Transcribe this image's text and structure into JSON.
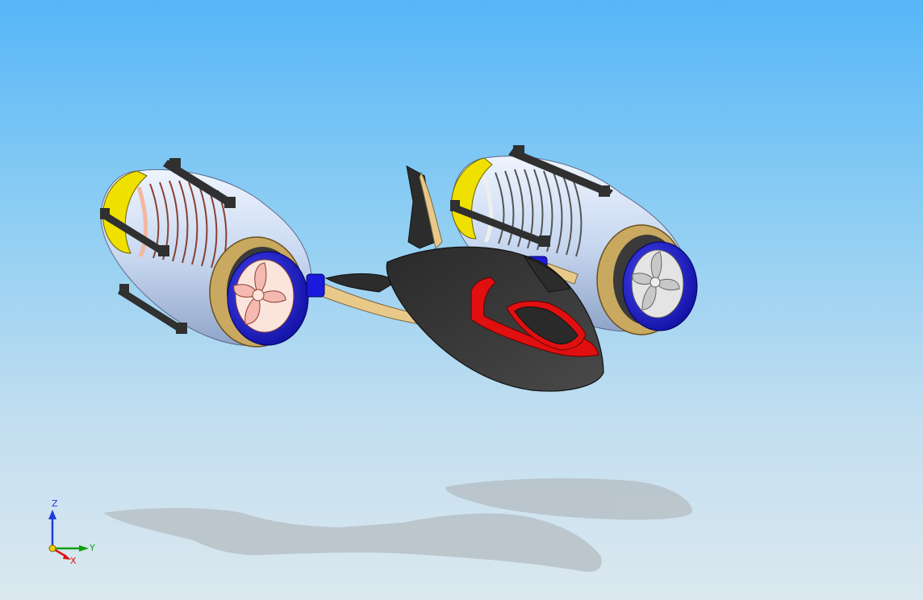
{
  "viewport": {
    "background_top": "#56b6f8",
    "background_bottom": "#dbe8ef"
  },
  "model": {
    "colors": {
      "fuselage": "#3a3a3a",
      "canopy_frame": "#e01010",
      "strut": "#e8c98a",
      "engine_body": "#c8d8f0",
      "engine_cap": "#f0e000",
      "intake_ring": "#1a1adc",
      "flange": "#c9a860",
      "left_coil": "#f2b7a0",
      "left_fan": "#f4b9b0",
      "right_coil": "#d8d8d8",
      "right_fan": "#d0d0d0",
      "clamp": "#303030",
      "shadow": "#b4bcc2"
    }
  },
  "triad": {
    "z_label": "Z",
    "y_label": "Y",
    "x_label": "X",
    "z_color": "#1e3cd8",
    "y_color": "#10a010",
    "x_color": "#e01010",
    "origin_color": "#f0d000"
  }
}
